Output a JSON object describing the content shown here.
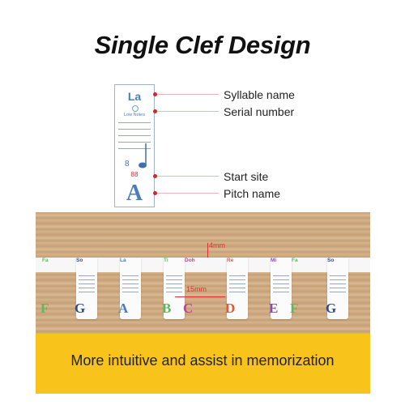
{
  "title": "Single Clef Design",
  "card": {
    "syllable": "La",
    "serial_mark": "Ⓔ",
    "low_notes": "Low Notes",
    "clef_number": "8",
    "start_number": "88",
    "pitch": "A"
  },
  "callouts": [
    {
      "label": "Syllable name"
    },
    {
      "label": "Serial number"
    },
    {
      "label": "Start site"
    },
    {
      "label": "Pitch name"
    }
  ],
  "photo": {
    "syllables": [
      {
        "text": "Fa",
        "color": "#5cb85c"
      },
      {
        "text": "So",
        "color": "#2a4a9a"
      },
      {
        "text": "La",
        "color": "#4a7dc0"
      },
      {
        "text": "Ti",
        "color": "#5cb85c"
      },
      {
        "text": "Doh",
        "color": "#c0408a"
      },
      {
        "text": "Re",
        "color": "#e05a3a"
      },
      {
        "text": "Mi",
        "color": "#8a4ab5"
      },
      {
        "text": "Fa",
        "color": "#5cb85c"
      },
      {
        "text": "So",
        "color": "#2a4a9a"
      }
    ],
    "letters": [
      {
        "text": "F",
        "color": "#5cb85c"
      },
      {
        "text": "G",
        "color": "#2a4a9a"
      },
      {
        "text": "A",
        "color": "#4a7dc0"
      },
      {
        "text": "B",
        "color": "#5cb85c"
      },
      {
        "text": "C",
        "color": "#c0408a"
      },
      {
        "text": "D",
        "color": "#e05a3a"
      },
      {
        "text": "E",
        "color": "#8a4ab5"
      },
      {
        "text": "F",
        "color": "#5cb85c"
      },
      {
        "text": "G",
        "color": "#2a4a9a"
      }
    ],
    "gap_top": "4mm",
    "gap_side": "15mm"
  },
  "banner": "More intuitive and assist in memorization"
}
